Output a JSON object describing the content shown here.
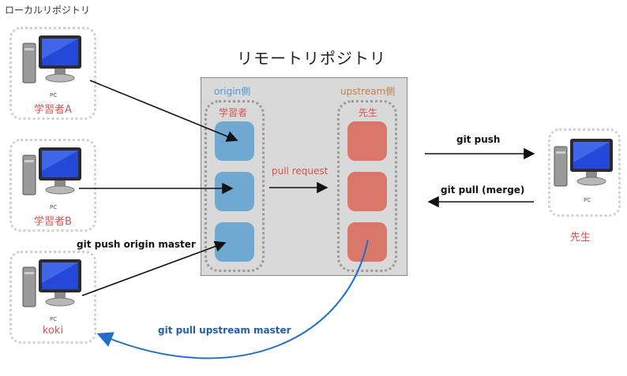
{
  "local": {
    "title": "ローカルリポジトリ",
    "computers": [
      {
        "pc_label": "PC",
        "name": "学習者A"
      },
      {
        "pc_label": "PC",
        "name": "学習者B"
      },
      {
        "pc_label": "PC",
        "name": "koki"
      }
    ]
  },
  "remote": {
    "title": "リモートリポジトリ",
    "origin": {
      "side_label": "origin側",
      "group_label": "学習者"
    },
    "upstream": {
      "side_label": "upstream側",
      "group_label": "先生"
    }
  },
  "teacher": {
    "pc_label": "PC",
    "name": "先生"
  },
  "edges": {
    "git_push": "git push",
    "git_pull_merge": "git pull (merge)",
    "pull_request": "pull request",
    "git_push_origin_master": "git push origin master",
    "git_pull_upstream_master": "git pull upstream master"
  },
  "colors": {
    "origin": "#4a9ad4",
    "upstream": "#c0804a",
    "accent_red": "#d9534f",
    "pull_blue": "#1f6fc8"
  }
}
